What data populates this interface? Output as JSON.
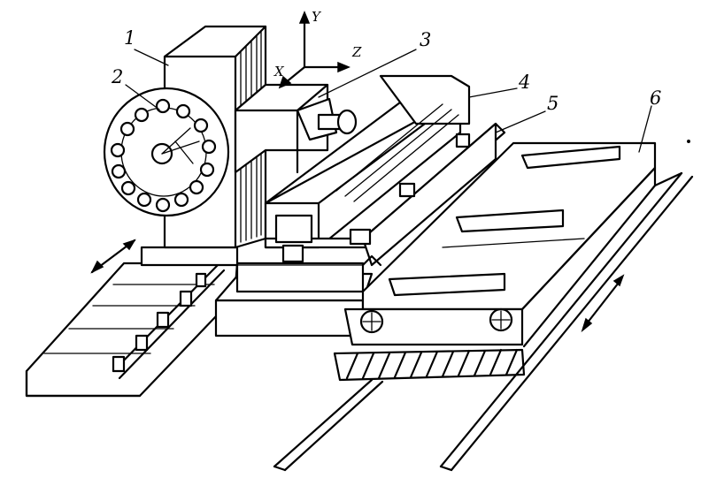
{
  "labels": {
    "l1": "1",
    "l2": "2",
    "l3": "3",
    "l4": "4",
    "l5": "5",
    "l6": "6"
  },
  "axes": {
    "x": "X",
    "y": "Y",
    "z": "Z"
  }
}
